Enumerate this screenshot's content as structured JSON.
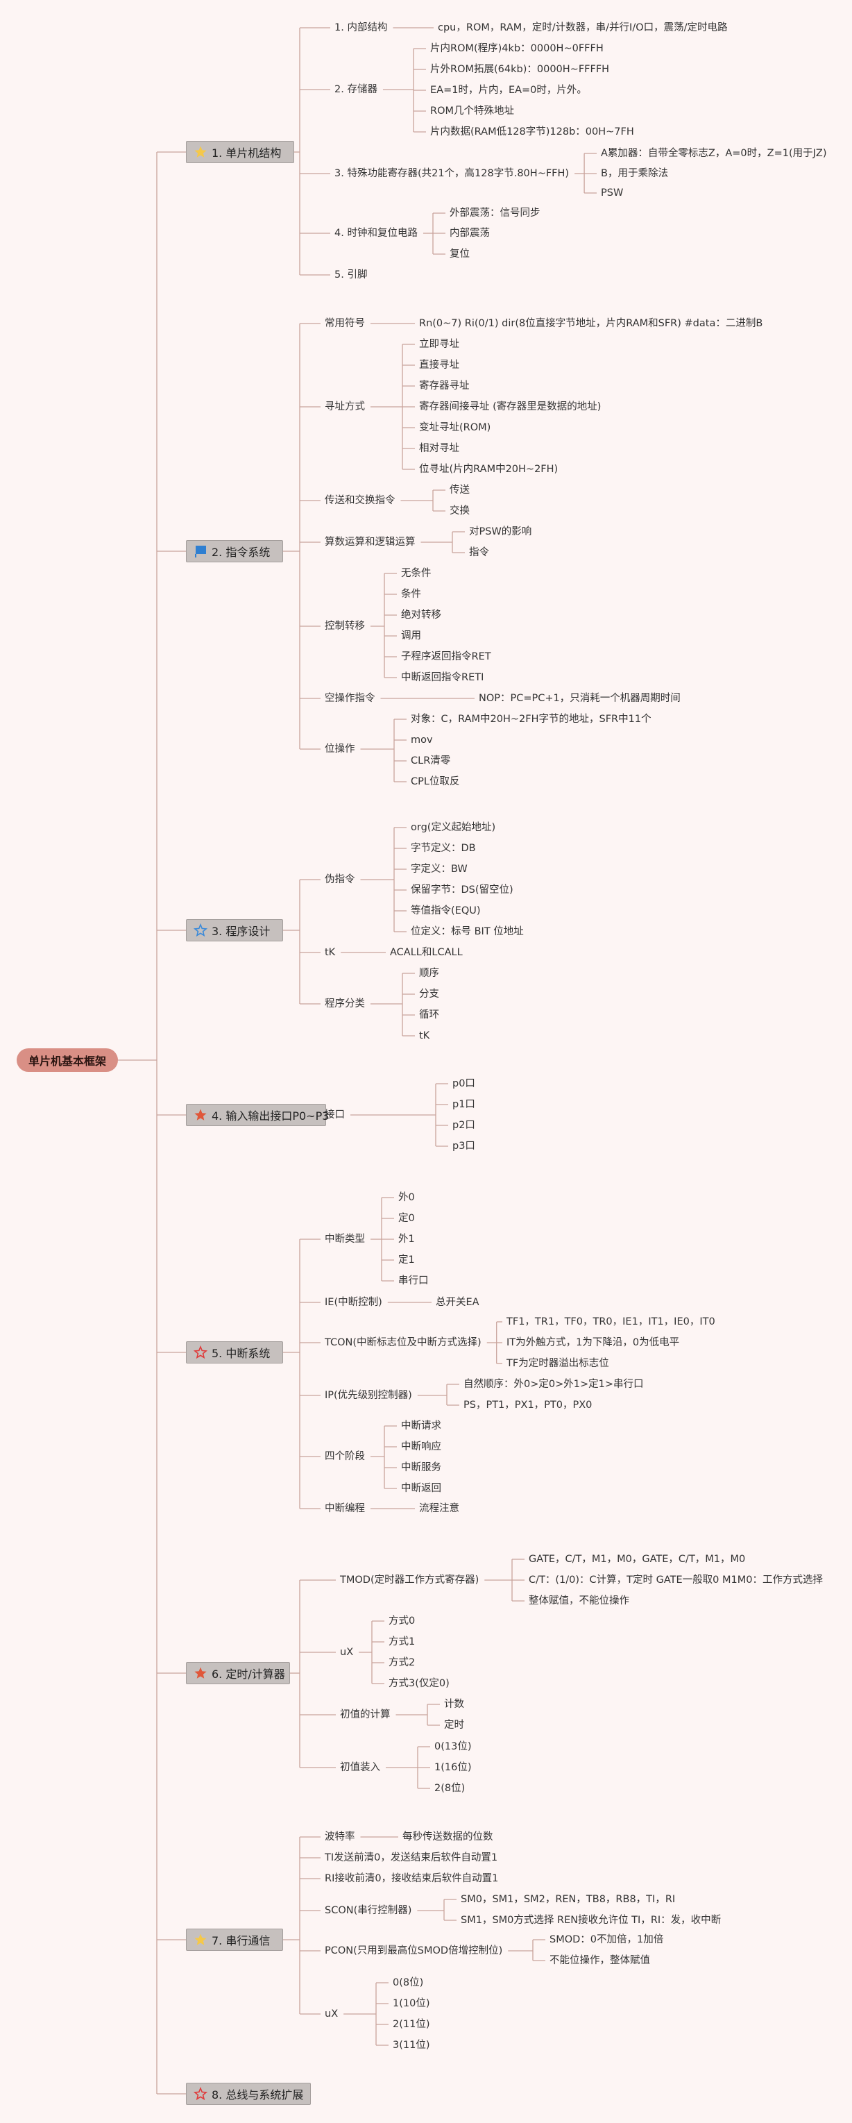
{
  "root": "单片机基本框架",
  "colors": {
    "line": "#c9a39c",
    "root_bg": "#d98f85",
    "section_bg": "#c6c0be",
    "star_red": "#e0573a",
    "star_yellow": "#f5c84a",
    "star_blue": "#3b8ad9",
    "flag_blue": "#2f7fd1",
    "star_outline_red": "#e03a3a"
  },
  "sections": [
    {
      "label": "1. 单片机结构",
      "icon": "yellow-star-icon",
      "children": [
        {
          "label": "1. 内部结构",
          "children": [
            {
              "label": "cpu，ROM，RAM，定时/计数器，串/并行I/O口，震荡/定时电路"
            }
          ]
        },
        {
          "label": "2. 存储器",
          "children": [
            {
              "label": "片内ROM(程序)4kb：0000H~0FFFH"
            },
            {
              "label": "片外ROM拓展(64kb)：0000H~FFFFH"
            },
            {
              "label": "EA=1时，片内，EA=0时，片外。"
            },
            {
              "label": "ROM几个特殊地址"
            },
            {
              "label": "片内数据(RAM低128字节)128b：00H~7FH"
            }
          ]
        },
        {
          "label": "3. 特殊功能寄存器(共21个，高128字节.80H~FFH)",
          "children": [
            {
              "label": "A累加器：自带全零标志Z，A=0时，Z=1(用于JZ)"
            },
            {
              "label": "B，用于乘除法"
            },
            {
              "label": "PSW"
            }
          ]
        },
        {
          "label": "4. 时钟和复位电路",
          "children": [
            {
              "label": "外部震荡：信号同步"
            },
            {
              "label": "内部震荡"
            },
            {
              "label": "复位"
            }
          ]
        },
        {
          "label": "5. 引脚"
        }
      ]
    },
    {
      "label": "2. 指令系统",
      "icon": "blue-flag-icon",
      "children": [
        {
          "label": "常用符号",
          "children": [
            {
              "label": "Rn(0~7) Ri(0/1) dir(8位直接字节地址，片内RAM和SFR) #data：二进制B"
            }
          ]
        },
        {
          "label": "寻址方式",
          "children": [
            {
              "label": "立即寻址"
            },
            {
              "label": "直接寻址"
            },
            {
              "label": "寄存器寻址"
            },
            {
              "label": "寄存器间接寻址 (寄存器里是数据的地址)"
            },
            {
              "label": "变址寻址(ROM)"
            },
            {
              "label": "相对寻址"
            },
            {
              "label": "位寻址(片内RAM中20H~2FH)"
            }
          ]
        },
        {
          "label": "传送和交换指令",
          "children": [
            {
              "label": "传送"
            },
            {
              "label": "交换"
            }
          ]
        },
        {
          "label": "算数运算和逻辑运算",
          "children": [
            {
              "label": "对PSW的影响"
            },
            {
              "label": "指令"
            }
          ]
        },
        {
          "label": "控制转移",
          "children": [
            {
              "label": "无条件"
            },
            {
              "label": "条件"
            },
            {
              "label": "绝对转移"
            },
            {
              "label": "调用"
            },
            {
              "label": "子程序返回指令RET"
            },
            {
              "label": "中断返回指令RETI"
            }
          ]
        },
        {
          "label": "空操作指令",
          "children": [
            {
              "label": "NOP：PC=PC+1，只消耗一个机器周期时间"
            }
          ]
        },
        {
          "label": "位操作",
          "children": [
            {
              "label": "对象：C，RAM中20H~2FH字节的地址，SFR中11个"
            },
            {
              "label": "mov"
            },
            {
              "label": "CLR清零"
            },
            {
              "label": "CPL位取反"
            }
          ]
        }
      ]
    },
    {
      "label": "3. 程序设计",
      "icon": "blue-outline-star-icon",
      "children": [
        {
          "label": "伪指令",
          "children": [
            {
              "label": "org(定义起始地址)"
            },
            {
              "label": "字节定义：DB"
            },
            {
              "label": "字定义：BW"
            },
            {
              "label": "保留字节：DS(留空位)"
            },
            {
              "label": "等值指令(EQU)"
            },
            {
              "label": "位定义：标号 BIT 位地址"
            }
          ]
        },
        {
          "label": "tK",
          "children": [
            {
              "label": "ACALL和LCALL"
            }
          ]
        },
        {
          "label": "程序分类",
          "children": [
            {
              "label": "顺序"
            },
            {
              "label": "分支"
            },
            {
              "label": "循环"
            },
            {
              "label": "tK"
            }
          ]
        }
      ]
    },
    {
      "label": "4. 输入输出接口P0~P3",
      "icon": "orange-star-icon",
      "children": [
        {
          "label": "接口",
          "children": [
            {
              "label": "p0口"
            },
            {
              "label": "p1口"
            },
            {
              "label": "p2口"
            },
            {
              "label": "p3口"
            }
          ]
        }
      ]
    },
    {
      "label": "5. 中断系统",
      "icon": "red-outline-star-icon",
      "children": [
        {
          "label": "中断类型",
          "children": [
            {
              "label": "外0"
            },
            {
              "label": "定0"
            },
            {
              "label": "外1"
            },
            {
              "label": "定1"
            },
            {
              "label": "串行口"
            }
          ]
        },
        {
          "label": "IE(中断控制)",
          "children": [
            {
              "label": "总开关EA"
            }
          ]
        },
        {
          "label": "TCON(中断标志位及中断方式选择)",
          "children": [
            {
              "label": "TF1，TR1，TF0，TR0，IE1，IT1，IE0，IT0"
            },
            {
              "label": "IT为外触方式，1为下降沿，0为低电平"
            },
            {
              "label": "TF为定时器溢出标志位"
            }
          ]
        },
        {
          "label": "IP(优先级别控制器)",
          "children": [
            {
              "label": "自然顺序：外0>定0>外1>定1>串行口"
            },
            {
              "label": "PS，PT1，PX1，PT0，PX0"
            }
          ]
        },
        {
          "label": "四个阶段",
          "children": [
            {
              "label": "中断请求"
            },
            {
              "label": "中断响应"
            },
            {
              "label": "中断服务"
            },
            {
              "label": "中断返回"
            }
          ]
        },
        {
          "label": "中断编程",
          "children": [
            {
              "label": "流程注意"
            }
          ]
        }
      ]
    },
    {
      "label": "6. 定时/计算器",
      "icon": "orange-star-icon",
      "children": [
        {
          "label": "TMOD(定时器工作方式寄存器)",
          "children": [
            {
              "label": "GATE，C/T，M1，M0，GATE，C/T，M1，M0"
            },
            {
              "label": "C/T：(1/0)：C计算，T定时 GATE一般取0 M1M0：工作方式选择"
            },
            {
              "label": "整体赋值，不能位操作"
            }
          ]
        },
        {
          "label": "uX",
          "children": [
            {
              "label": "方式0"
            },
            {
              "label": "方式1"
            },
            {
              "label": "方式2"
            },
            {
              "label": "方式3(仅定0)"
            }
          ]
        },
        {
          "label": "初值的计算",
          "children": [
            {
              "label": "计数"
            },
            {
              "label": "定时"
            }
          ]
        },
        {
          "label": "初值装入",
          "children": [
            {
              "label": "0(13位)"
            },
            {
              "label": "1(16位)"
            },
            {
              "label": "2(8位)"
            }
          ]
        }
      ]
    },
    {
      "label": "7. 串行通信",
      "icon": "yellow-star-icon",
      "children": [
        {
          "label": "波特率",
          "children": [
            {
              "label": "每秒传送数据的位数"
            }
          ]
        },
        {
          "label": "TI发送前清0，发送结束后软件自动置1"
        },
        {
          "label": "RI接收前清0，接收结束后软件自动置1"
        },
        {
          "label": "SCON(串行控制器)",
          "children": [
            {
              "label": "SM0，SM1，SM2，REN，TB8，RB8，TI，RI"
            },
            {
              "label": "SM1，SM0方式选择 REN接收允许位 TI，RI：发，收中断"
            }
          ]
        },
        {
          "label": "PCON(只用到最高位SMOD倍增控制位)",
          "children": [
            {
              "label": "SMOD：0不加倍，1加倍"
            },
            {
              "label": "不能位操作，整体赋值"
            }
          ]
        },
        {
          "label": "uX",
          "children": [
            {
              "label": "0(8位)"
            },
            {
              "label": "1(10位)"
            },
            {
              "label": "2(11位)"
            },
            {
              "label": "3(11位)"
            }
          ]
        }
      ]
    },
    {
      "label": "8. 总线与系统扩展",
      "icon": "red-outline-star-icon",
      "children": []
    }
  ]
}
